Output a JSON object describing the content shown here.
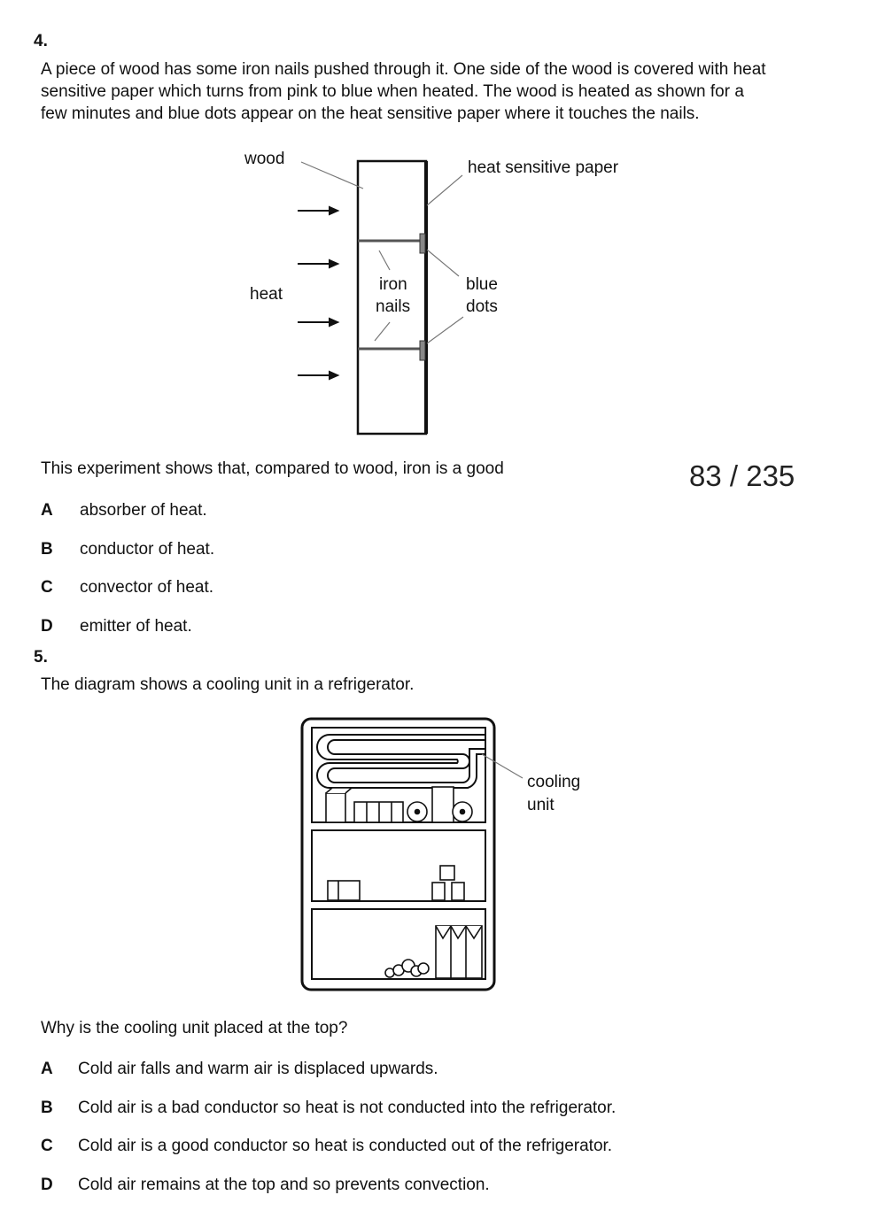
{
  "q4": {
    "number": "4.",
    "lines": [
      "A piece of wood has some iron nails pushed through it. One side of the wood is covered with heat",
      "sensitive paper which turns from pink to blue when heated. The wood is heated as shown for a",
      "few minutes and blue dots appear on the heat sensitive paper where it touches the nails."
    ],
    "diagram": {
      "label_wood": "wood",
      "label_paper": "heat sensitive paper",
      "label_heat": "heat",
      "label_iron": "iron",
      "label_nails": "nails",
      "label_blue": "blue",
      "label_dots": "dots"
    },
    "stem": "This experiment shows that, compared to wood, iron is a good",
    "options": [
      {
        "letter": "A",
        "text": "absorber of heat."
      },
      {
        "letter": "B",
        "text": "conductor of heat."
      },
      {
        "letter": "C",
        "text": "convector of heat."
      },
      {
        "letter": "D",
        "text": "emitter of heat."
      }
    ]
  },
  "page_counter": "83 / 235",
  "q5": {
    "number": "5.",
    "intro": "The diagram shows a cooling unit in a refrigerator.",
    "diagram": {
      "label_cooling": "cooling",
      "label_unit": "unit"
    },
    "stem": "Why is the cooling unit placed at the top?",
    "options": [
      {
        "letter": "A",
        "text": "Cold air falls and warm air is displaced upwards."
      },
      {
        "letter": "B",
        "text": "Cold air is a bad conductor so heat is not conducted into the refrigerator."
      },
      {
        "letter": "C",
        "text": "Cold air is a good conductor so heat is conducted out of the refrigerator."
      },
      {
        "letter": "D",
        "text": "Cold air remains at the top and so prevents convection."
      }
    ]
  }
}
